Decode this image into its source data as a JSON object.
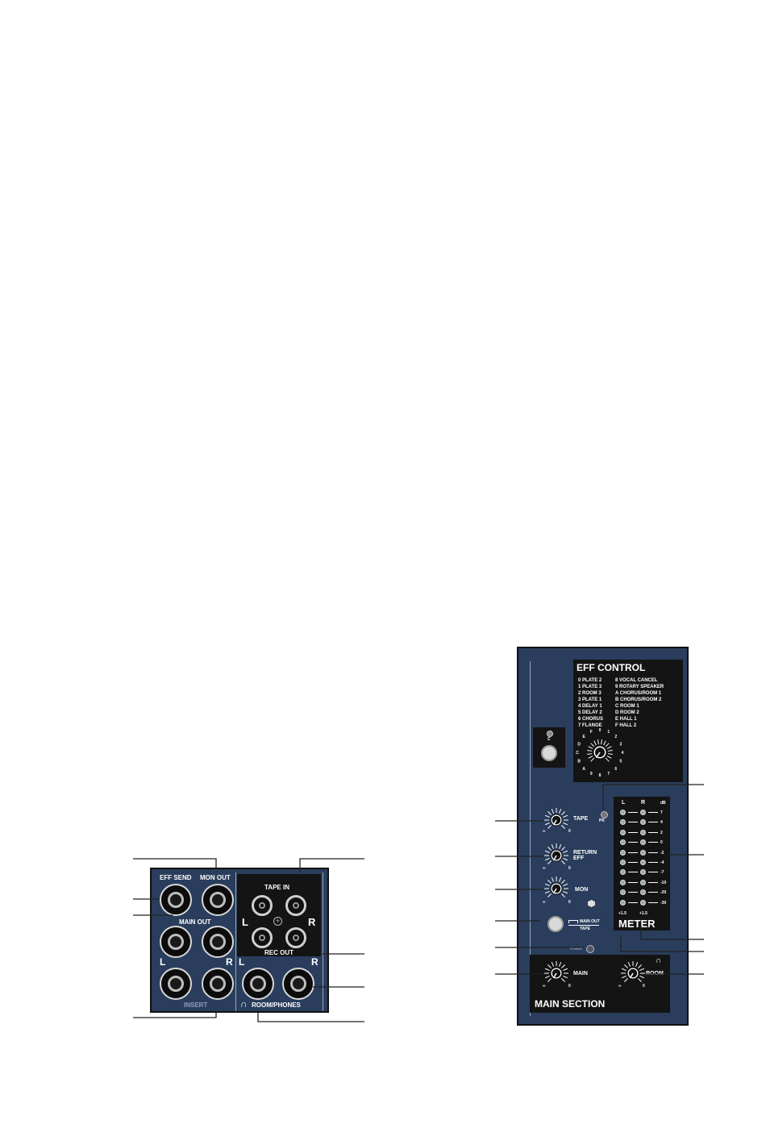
{
  "left_panel": {
    "eff_send": "EFF SEND",
    "mon_out": "MON OUT",
    "main_out": "MAIN OUT",
    "l": "L",
    "r": "R",
    "insert": "INSERT",
    "tape_in": "TAPE IN",
    "rec_out": "REC OUT",
    "rca_l": "L",
    "rca_r": "R",
    "phones_l": "L",
    "phones_r": "R",
    "room_phones": "ROOM/PHONES"
  },
  "right_panel": {
    "eff_control": "EFF CONTROL",
    "effect_list_left": [
      "0 PLATE 2",
      "1 PLATE 3",
      "2 ROOM 3",
      "3 PLATE 1",
      "4 DELAY 1",
      "5 DELAY 2",
      "6 CHORUS",
      "7 FLANGE"
    ],
    "effect_list_right": [
      "8 VOCAL CANCEL",
      "9 ROTARY SPEAKER",
      "A CHORUS/ROOM 1",
      "B CHORUS/ROOM 2",
      "C ROOM 1",
      "D ROOM 2",
      "E HALL 1",
      "F HALL 2"
    ],
    "dial_labels": [
      "0",
      "1",
      "2",
      "3",
      "4",
      "5",
      "6",
      "7",
      "8",
      "9",
      "A",
      "B",
      "C",
      "D",
      "E",
      "F"
    ],
    "clip_label": "C",
    "pk_label": "PK",
    "tape": "TAPE",
    "return_eff": "RETURN EFF",
    "mon": "MON",
    "main_out": "MAIN OUT",
    "tape_sw": "TAPE",
    "power": "POWER",
    "meter": "METER",
    "meter_l": "L",
    "meter_r": "R",
    "db": "dB",
    "meter_scale": [
      "7",
      "4",
      "2",
      "0",
      "-2",
      "-4",
      "-7",
      "-10",
      "-20",
      "-30"
    ],
    "meter_bottom_l": "+1.5",
    "meter_bottom_r": "+1.5",
    "main": "MAIN",
    "room": "ROOM",
    "main_section": "MAIN SECTION",
    "knob_min": "∞",
    "knob_max": "0"
  },
  "colors": {
    "panel": "#2a3d5c",
    "block": "#141414",
    "label": "#ffffff"
  }
}
